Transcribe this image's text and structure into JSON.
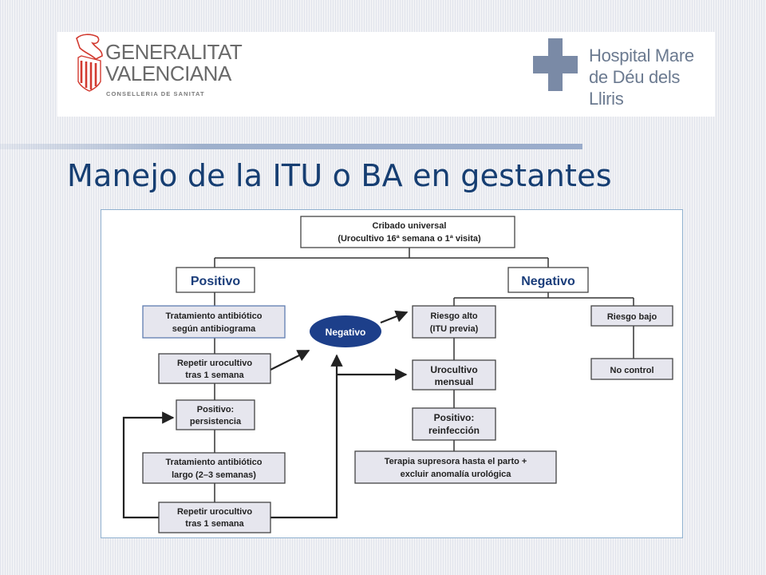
{
  "header": {
    "gv_logo_text": "GENERALITAT VALENCIANA",
    "gv_department": "CONSELLERIA DE SANITAT",
    "hospital_name": "Hospital Mare de Déu dels Lliris"
  },
  "slide": {
    "title": "Manejo de la ITU o BA en gestantes"
  },
  "flowchart": {
    "root": {
      "line1": "Cribado universal",
      "line2": "(Urocultivo 16ª semana o 1ª visita)"
    },
    "positive": "Positivo",
    "negative": "Negativo",
    "pos_treatment": {
      "line1": "Tratamiento antibiótico",
      "line2": "según antibiograma"
    },
    "pos_repeat1": {
      "line1": "Repetir urocultivo",
      "line2": "tras 1 semana"
    },
    "pos_persistence": {
      "line1": "Positivo:",
      "line2": "persistencia"
    },
    "pos_long_treatment": {
      "line1": "Tratamiento antibiótico",
      "line2": "largo (2–3 semanas)"
    },
    "pos_repeat2": {
      "line1": "Repetir urocultivo",
      "line2": "tras 1 semana"
    },
    "negative_oval": "Negativo",
    "high_risk": {
      "line1": "Riesgo alto",
      "line2": "(ITU previa)"
    },
    "low_risk": "Riesgo bajo",
    "monthly": {
      "line1": "Urocultivo",
      "line2": "mensual"
    },
    "no_control": "No control",
    "reinfection": {
      "line1": "Positivo:",
      "line2": "reinfección"
    },
    "suppressive": {
      "line1": "Terapia supresora hasta el parto +",
      "line2": "excluir anomalía urológica"
    }
  },
  "colors": {
    "title_blue": "#163e72",
    "box_fill": "#e6e6ee",
    "oval_fill": "#1d3f8a",
    "header_gray": "#6a6a6a",
    "hospital_blue": "#6b7a90",
    "emblem_red": "#d23a30"
  }
}
